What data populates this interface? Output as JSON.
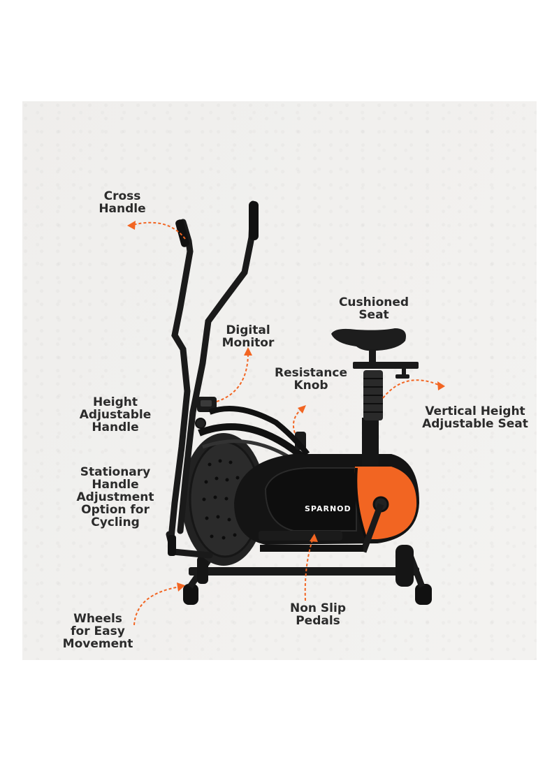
{
  "brand": "SPARNOD",
  "labels": {
    "cross_handle": [
      "Cross",
      "Handle"
    ],
    "digital_monitor": [
      "Digital",
      "Monitor"
    ],
    "cushioned_seat": [
      "Cushioned",
      "Seat"
    ],
    "resistance_knob": [
      "Resistance",
      "Knob"
    ],
    "height_adjustable_handle": [
      "Height",
      "Adjustable",
      "Handle"
    ],
    "vertical_height_seat": [
      "Vertical Height",
      "Adjustable Seat"
    ],
    "stationary_handle": [
      "Stationary",
      "Handle",
      "Adjustment",
      "Option for",
      "Cycling"
    ],
    "wheels": [
      "Wheels",
      "for Easy",
      "Movement"
    ],
    "pedals": [
      "Non Slip",
      "Pedals"
    ]
  },
  "colors": {
    "accent": "#f26522",
    "frame": "#1a1a1a",
    "text": "#2b2b2b"
  }
}
